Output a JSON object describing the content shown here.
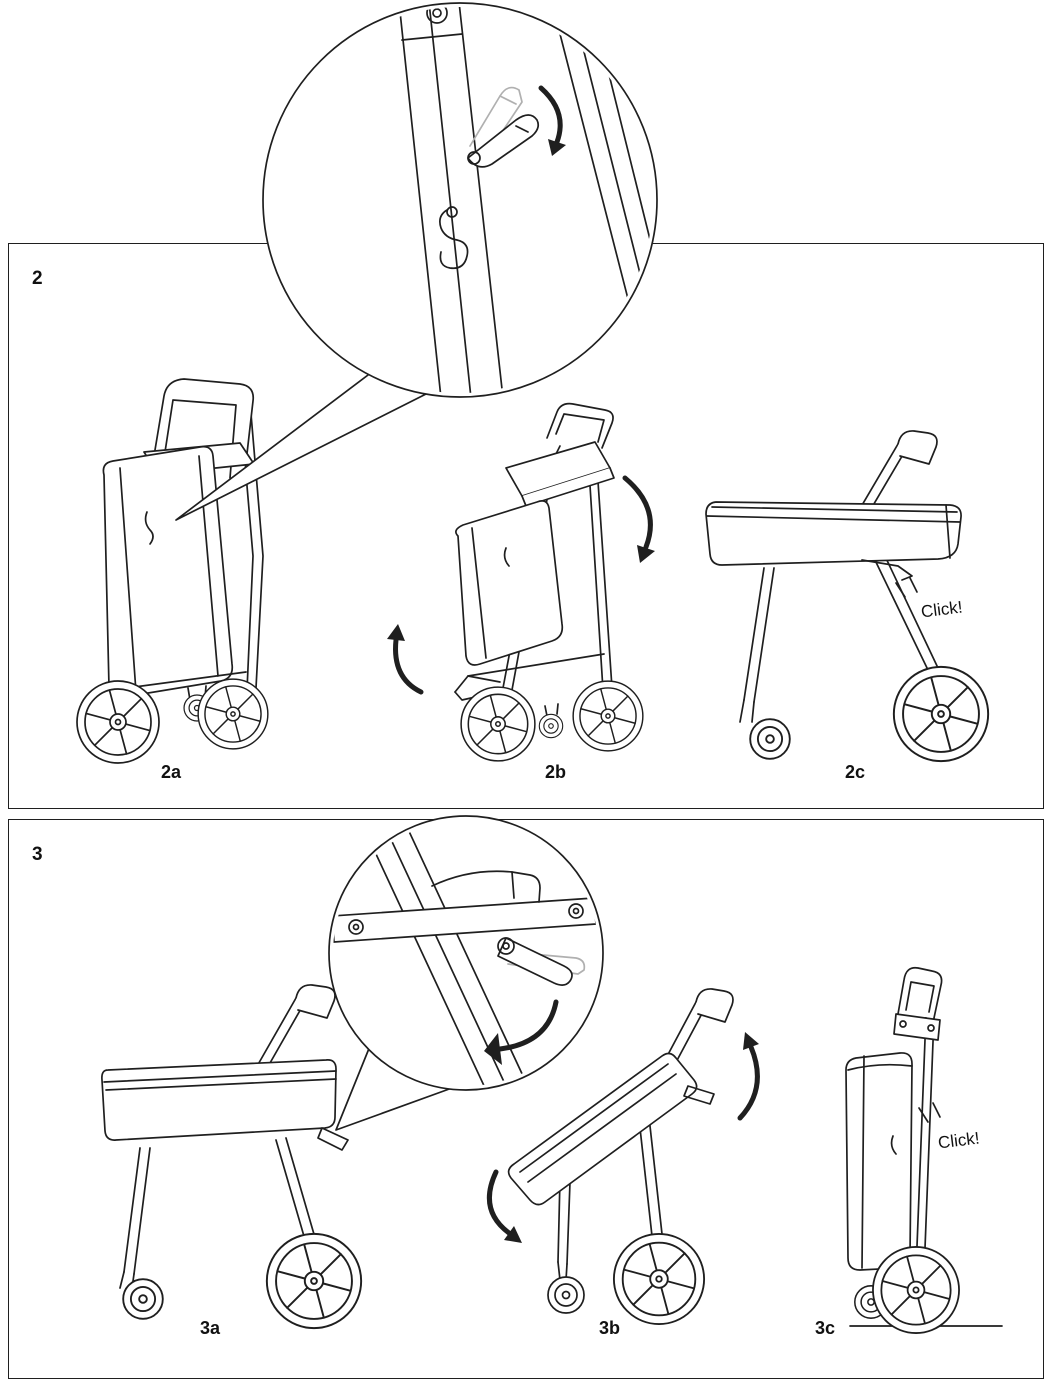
{
  "document": {
    "kind": "illustrated-folding-cart-instructions",
    "background": "#ffffff",
    "line_color": "#1f1f1f",
    "ghost_line_color": "#b0b0b0"
  },
  "steps": [
    {
      "number": "2",
      "click_label": "Click!",
      "magnifier": "handle-release-lever-detail",
      "substeps": [
        {
          "label": "2a",
          "depicts": "cart-folded-upright"
        },
        {
          "label": "2b",
          "depicts": "cart-partially-unfolded-rotate-arrows"
        },
        {
          "label": "2c",
          "depicts": "cart-fully-unfolded-click"
        }
      ]
    },
    {
      "number": "3",
      "click_label": "Click!",
      "magnifier": "frame-latch-detail",
      "substeps": [
        {
          "label": "3a",
          "depicts": "cart-fully-open"
        },
        {
          "label": "3b",
          "depicts": "cart-body-tilting-rotate-arrows"
        },
        {
          "label": "3c",
          "depicts": "cart-folded-click"
        }
      ]
    }
  ]
}
